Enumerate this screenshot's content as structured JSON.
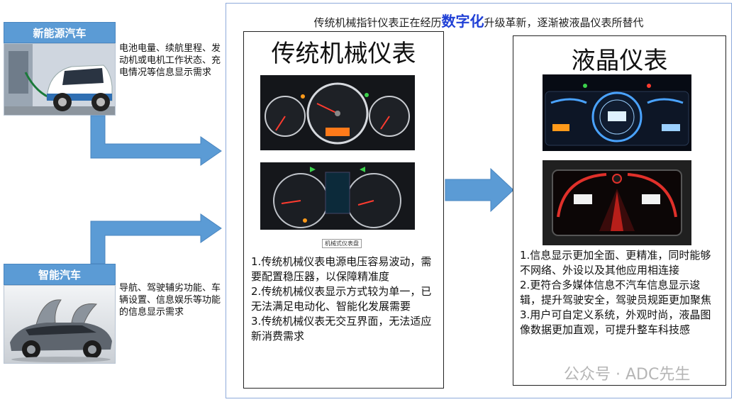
{
  "left": {
    "nev": {
      "title": "新能源汽车",
      "desc": "电池电量、续航里程、发动机或电机工作状态、充电情况等信息显示需求"
    },
    "smart": {
      "title": "智能汽车",
      "desc": "导航、驾驶辅劣功能、车辆设置、信息娱乐等功能的信息显示需求"
    }
  },
  "headline": {
    "before": "传统机械指针仪表正在经历",
    "highlight": "数字化",
    "after": "升级革新，逐渐被液晶仪表所替代"
  },
  "traditional": {
    "title": "传统机械仪表",
    "image_tag": "机械式仪表盘",
    "items": [
      "1.传统机械仪表电源电压容易波动，需要配置稳压器，以保障精准度",
      "2.传统机械仪表显示方式较为单一，已无法满足电动化、智能化发展需要",
      "3.传统机械仪表无交互界面，无法适应新消费需求"
    ]
  },
  "lcd": {
    "title": "液晶仪表",
    "items": [
      "1.信息显示更加全面、更精准，同时能够不网络、外设以及其他应用相连接",
      "2.更符合多媒体信息不汽车信息显示逡辑，提升驾驶安全，驾驶员规距更加聚焦",
      "3.用户可自定义系统，外观时尚，液晶图像数据更加直观，可提升整车科技感"
    ]
  },
  "watermark": "公众号 · ADC先生",
  "colors": {
    "card_blue": "#5b9bd5",
    "arrow_blue": "#5b9bd5",
    "highlight_blue": "#1f3fd6",
    "frame_border": "#8eaadb"
  }
}
